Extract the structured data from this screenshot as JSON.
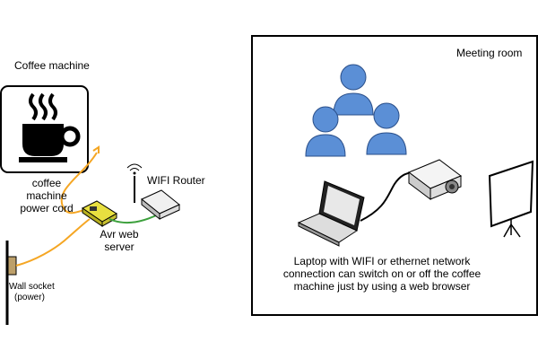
{
  "coffee_machine": {
    "title": "Coffee machine",
    "icon": "coffee-cup-icon",
    "power_cord_label": [
      "coffee",
      "machine",
      "power cord"
    ]
  },
  "avr_server": {
    "label": [
      "Avr web",
      "server"
    ],
    "icon": "avr-board-icon"
  },
  "router": {
    "label": "WIFI Router",
    "icon": "wifi-router-icon"
  },
  "wall_socket": {
    "label": [
      "Wall socket",
      "(power)"
    ],
    "icon": "wall-socket-icon"
  },
  "meeting_room": {
    "title": "Meeting room",
    "people_icon": "people-group-icon",
    "laptop_icon": "laptop-icon",
    "projector_icon": "projector-icon",
    "screen_icon": "projection-screen-icon",
    "description": [
      "Laptop with WIFI or ethernet network",
      "connection can switch on or off the coffee",
      "machine just by using a web browser"
    ]
  },
  "colors": {
    "power_cord": "#f5a623",
    "network_cable": "#3ca03c",
    "person_fill": "#5b8fd6",
    "board_fill": "#e8e040"
  }
}
